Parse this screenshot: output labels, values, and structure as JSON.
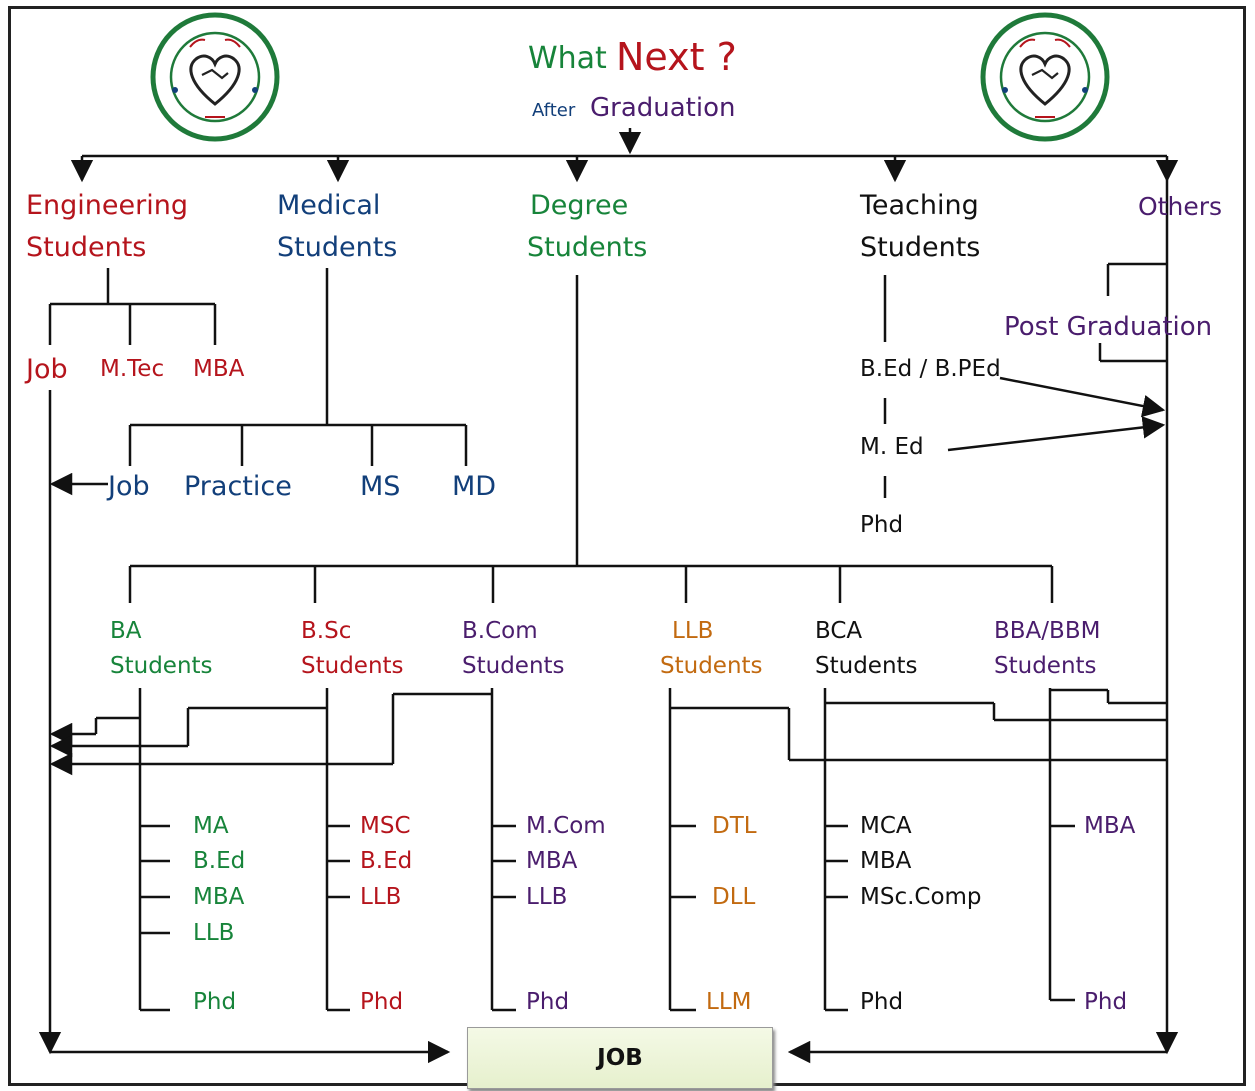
{
  "title": {
    "prefix": "What",
    "emphasis": "Next ?",
    "after": "After",
    "graduation": "Graduation"
  },
  "colors": {
    "green": "#17843a",
    "red": "#b5141c",
    "blue": "#123f7a",
    "purple": "#4a1d6d",
    "orange": "#c26a10",
    "black": "#111111"
  },
  "logos": {
    "left": {
      "icon": "handshake-heart-icon",
      "label": "logo-left"
    },
    "right": {
      "icon": "handshake-heart-icon",
      "label": "logo-right"
    }
  },
  "streams": {
    "engineering": {
      "line1": "Engineering",
      "line2": "Students",
      "options": [
        "Job",
        "M.Tec",
        "MBA"
      ]
    },
    "medical": {
      "line1": "Medical",
      "line2": "Students",
      "options": [
        "Job",
        "Practice",
        "MS",
        "MD"
      ]
    },
    "degree": {
      "line1": "Degree",
      "line2": "Students"
    },
    "teaching": {
      "line1": "Teaching",
      "line2": "Students",
      "options": [
        "B.Ed / B.PEd",
        "M. Ed",
        "Phd"
      ]
    },
    "others": {
      "label": "Others",
      "post_graduation": "Post Graduation"
    }
  },
  "degrees": {
    "ba": {
      "line1": "BA",
      "line2": "Students",
      "options": [
        "MA",
        "B.Ed",
        "MBA",
        "LLB",
        "Phd"
      ]
    },
    "bsc": {
      "line1": "B.Sc",
      "line2": "Students",
      "options": [
        "MSC",
        "B.Ed",
        "LLB",
        "Phd"
      ]
    },
    "bcom": {
      "line1": "B.Com",
      "line2": "Students",
      "options": [
        "M.Com",
        "MBA",
        "LLB",
        "Phd"
      ]
    },
    "llb": {
      "line1": "LLB",
      "line2": "Students",
      "options": [
        "DTL",
        "DLL",
        "LLM"
      ]
    },
    "bca": {
      "line1": "BCA",
      "line2": "Students",
      "options": [
        "MCA",
        "MBA",
        "MSc.Comp",
        "Phd"
      ]
    },
    "bba": {
      "line1": "BBA/BBM",
      "line2": "Students",
      "options": [
        "MBA",
        "Phd"
      ]
    }
  },
  "job_box": "JOB"
}
